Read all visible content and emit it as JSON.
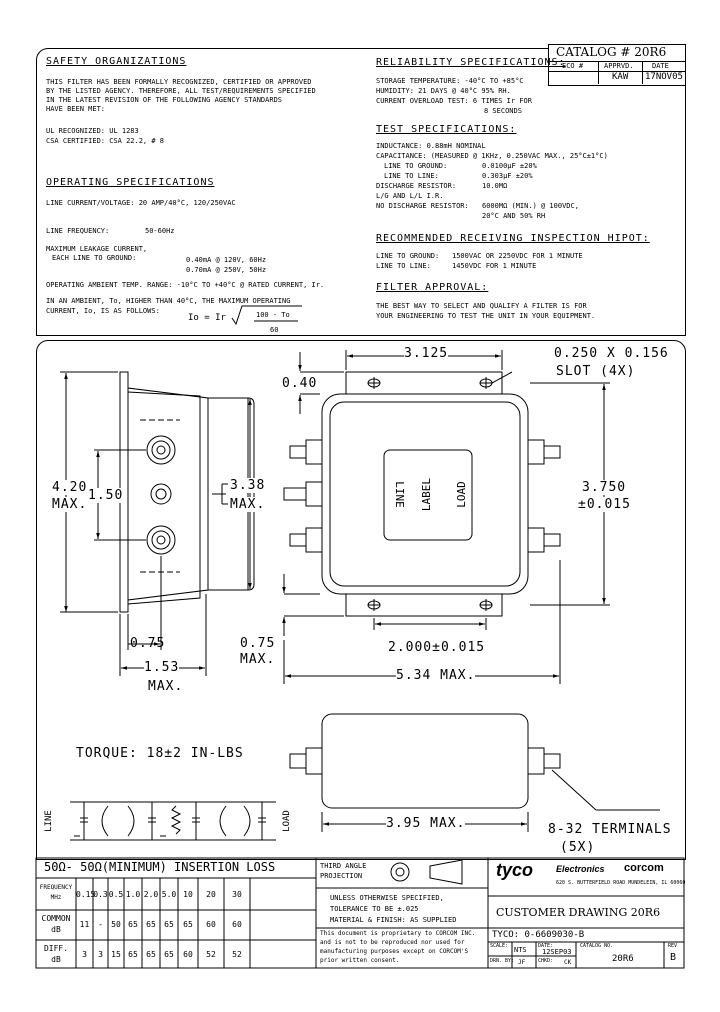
{
  "catalog": {
    "title": "CATALOG # 20R6",
    "ecn_label": "ECO #",
    "appvd_label": "APPRVD.",
    "date_label": "DATE",
    "appvd": "KAW",
    "date": "17NOV05"
  },
  "safety": {
    "heading": "SAFETY ORGANIZATIONS",
    "lines": [
      "THIS FILTER HAS BEEN FORMALLY RECOGNIZED, CERTIFIED OR APPROVED",
      "BY THE LISTED AGENCY. THEREFORE, ALL TEST/REQUIREMENTS SPECIFIED",
      "IN THE LATEST REVISION OF THE FOLLOWING AGENCY STANDARDS",
      "HAVE BEEN MET:"
    ],
    "ul": "UL RECOGNIZED: UL 1283",
    "csa": "CSA CERTIFIED: CSA 22.2, # 8"
  },
  "operating": {
    "heading": "OPERATING SPECIFICATIONS",
    "current": "LINE CURRENT/VOLTAGE:  20 AMP/40°C, 120/250VAC",
    "frequency_label": "LINE FREQUENCY:",
    "frequency": "50-60Hz",
    "leak1": "MAXIMUM LEAKAGE CURRENT,",
    "leak2": "EACH LINE TO GROUND:",
    "leak_v1": "0.40mA @ 120V, 60Hz",
    "leak_v2": "0.70mA @ 250V, 50Hz",
    "ambient": "OPERATING AMBIENT TEMP. RANGE: -10°C TO +40°C @ RATED CURRENT, Ir.",
    "ambient2": "IN AN AMBIENT, To, HIGHER THAN 40°C, THE MAXIMUM OPERATING",
    "ambient3": "CURRENT, Io, IS AS FOLLOWS:",
    "formula_left": "Io = Ir",
    "formula_num": "100 - To",
    "formula_den": "60"
  },
  "reliability": {
    "heading": "RELIABILITY SPECIFICATIONS:",
    "storage": "STORAGE TEMPERATURE: -40°C TO +85°C",
    "humidity": "HUMIDITY:  21 DAYS @ 40°C 95% RH.",
    "overload": "CURRENT OVERLOAD TEST: 6 TIMES Ir FOR",
    "overload2": "8 SECONDS"
  },
  "test": {
    "heading": "TEST SPECIFICATIONS:",
    "inductance": "INDUCTANCE: 0.88mH NOMINAL",
    "capacitance": "CAPACITANCE: (MEASURED @ 1KHz, 0.250VAC MAX., 25°C±1°C)",
    "cap_g_label": "LINE TO GROUND:",
    "cap_g": "0.0100µF ±20%",
    "cap_l_label": "LINE TO LINE:",
    "cap_l": "0.303µF ±20%",
    "resistor_label": "DISCHARGE RESISTOR:",
    "resistor": "10.0MΩ",
    "ir_label": "L/G AND L/L I.R.",
    "ir_label2": "NO DISCHARGE RESISTOR:",
    "ir": "6000MΩ (MIN.) @ 100VDC,",
    "ir2": "20°C AND 50% RH"
  },
  "hipot": {
    "heading": "RECOMMENDED RECEIVING INSPECTION HIPOT:",
    "ground_label": "LINE TO GROUND:",
    "ground": "1500VAC OR 2250VDC FOR 1 MINUTE",
    "line_label": "LINE TO LINE:",
    "line": "1450VDC FOR 1 MINUTE"
  },
  "approval": {
    "heading": "FILTER APPROVAL:",
    "l1": "THE BEST WAY TO SELECT AND QUALIFY A FILTER IS FOR",
    "l2": "YOUR ENGINEERING TO TEST THE UNIT IN YOUR EQUIPMENT."
  },
  "dims": {
    "d3125": "3.125",
    "slot1": "0.250 X 0.156",
    "slot2": "SLOT (4X)",
    "d040": "0.40",
    "d420a": "4.20",
    "d420b": "MAX.",
    "d150": "1.50",
    "d338a": "3.38",
    "d338b": "MAX.",
    "d3750a": "3.750",
    "d3750b": "±0.015",
    "d075": "0.75",
    "d153a": "1.53",
    "d153b": "MAX.",
    "d075ma": "0.75",
    "d075mb": "MAX.",
    "d2000": "2.000±0.015",
    "d534": "5.34 MAX.",
    "d395": "3.95 MAX.",
    "term1": "8-32 TERMINALS",
    "term2": "(5X)"
  },
  "label": {
    "line": "LINE",
    "label": "LABEL",
    "load": "LOAD"
  },
  "torque": "TORQUE: 18±2 IN-LBS",
  "schematic": {
    "line": "LINE",
    "load": "LOAD"
  },
  "loss": {
    "title": "50Ω- 50Ω(MINIMUM) INSERTION LOSS",
    "freq_label": "FREQUENCY",
    "freq_unit": "MHz",
    "freqs": [
      "0.15",
      "0.3",
      "0.5",
      "1.0",
      "2.0",
      "5.0",
      "10",
      "20",
      "30"
    ],
    "common_label": "COMMON",
    "common_unit": "dB",
    "common": [
      "11",
      "-",
      "50",
      "65",
      "65",
      "65",
      "65",
      "60",
      "60"
    ],
    "diff_label": "DIFF.",
    "diff_unit": "dB",
    "diff": [
      "3",
      "3",
      "15",
      "65",
      "65",
      "65",
      "60",
      "52",
      "52"
    ]
  },
  "title_block": {
    "projection1": "THIRD ANGLE",
    "projection2": "PROJECTION",
    "brand": "tyco",
    "brand2": "Electronics",
    "brand3": "corcom",
    "address": "620 S. BUTTERFIELD ROAD MUNDELEIN, IL 60060",
    "unless1": "UNLESS OTHERWISE SPECIFIED,",
    "unless2": "TOLERANCE TO BE ±.025",
    "unless3": "MATERIAL & FINISH: AS SUPPLIED",
    "drawing_title": "CUSTOMER DRAWING 20R6",
    "prop1": "This document is proprietary to CORCOM INC.",
    "prop2": "and is not to be reproduced nor used for",
    "prop3": "manufacturing purposes except on CORCOM'S",
    "prop4": "prior written consent.",
    "tyco_no": "TYCO: 0-6609030-B",
    "scale_label": "SCALE:",
    "scale": "NTS",
    "date_label": "DATE:",
    "date": "12SEP03",
    "catalog_label": "CATALOG NO.",
    "catalog": "20R6",
    "rev_label": "REV",
    "rev": "B",
    "drn_label": "DRN. BY:",
    "drn": "JF",
    "chkd_label": "CHKD:",
    "chkd": "CK"
  }
}
